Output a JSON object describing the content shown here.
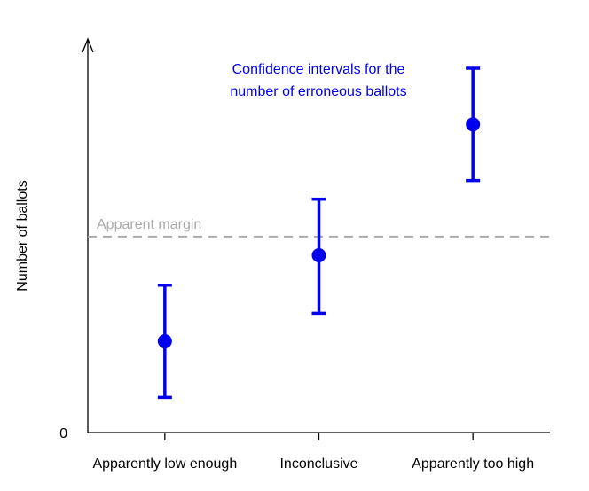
{
  "chart_data": {
    "type": "scatter",
    "title": "",
    "xlabel": "",
    "ylabel": "Number of ballots",
    "categories": [
      "Apparently low enough",
      "Inconclusive",
      "Apparently too high"
    ],
    "y_tick_labels": [
      "0"
    ],
    "ylim": [
      0,
      100
    ],
    "y_ticks": [
      0
    ],
    "grid": false,
    "series": [
      {
        "points": [
          {
            "category": "Apparently low enough",
            "estimate": 22.5,
            "lower": 7.5,
            "upper": 37.5
          },
          {
            "category": "Inconclusive",
            "estimate": 45.5,
            "lower": 30,
            "upper": 60.5
          },
          {
            "category": "Apparently too high",
            "estimate": 80.5,
            "lower": 65.5,
            "upper": 95.5
          }
        ]
      }
    ],
    "reference_line": {
      "label": "Apparent margin",
      "value": 50.5,
      "style": "dashed"
    },
    "annotation": {
      "lines": [
        "Confidence intervals for the",
        "number of erroneous ballots"
      ]
    },
    "colors": {
      "series": "#0000ee",
      "reference": "#aaaaaa",
      "axis": "#000000"
    }
  }
}
